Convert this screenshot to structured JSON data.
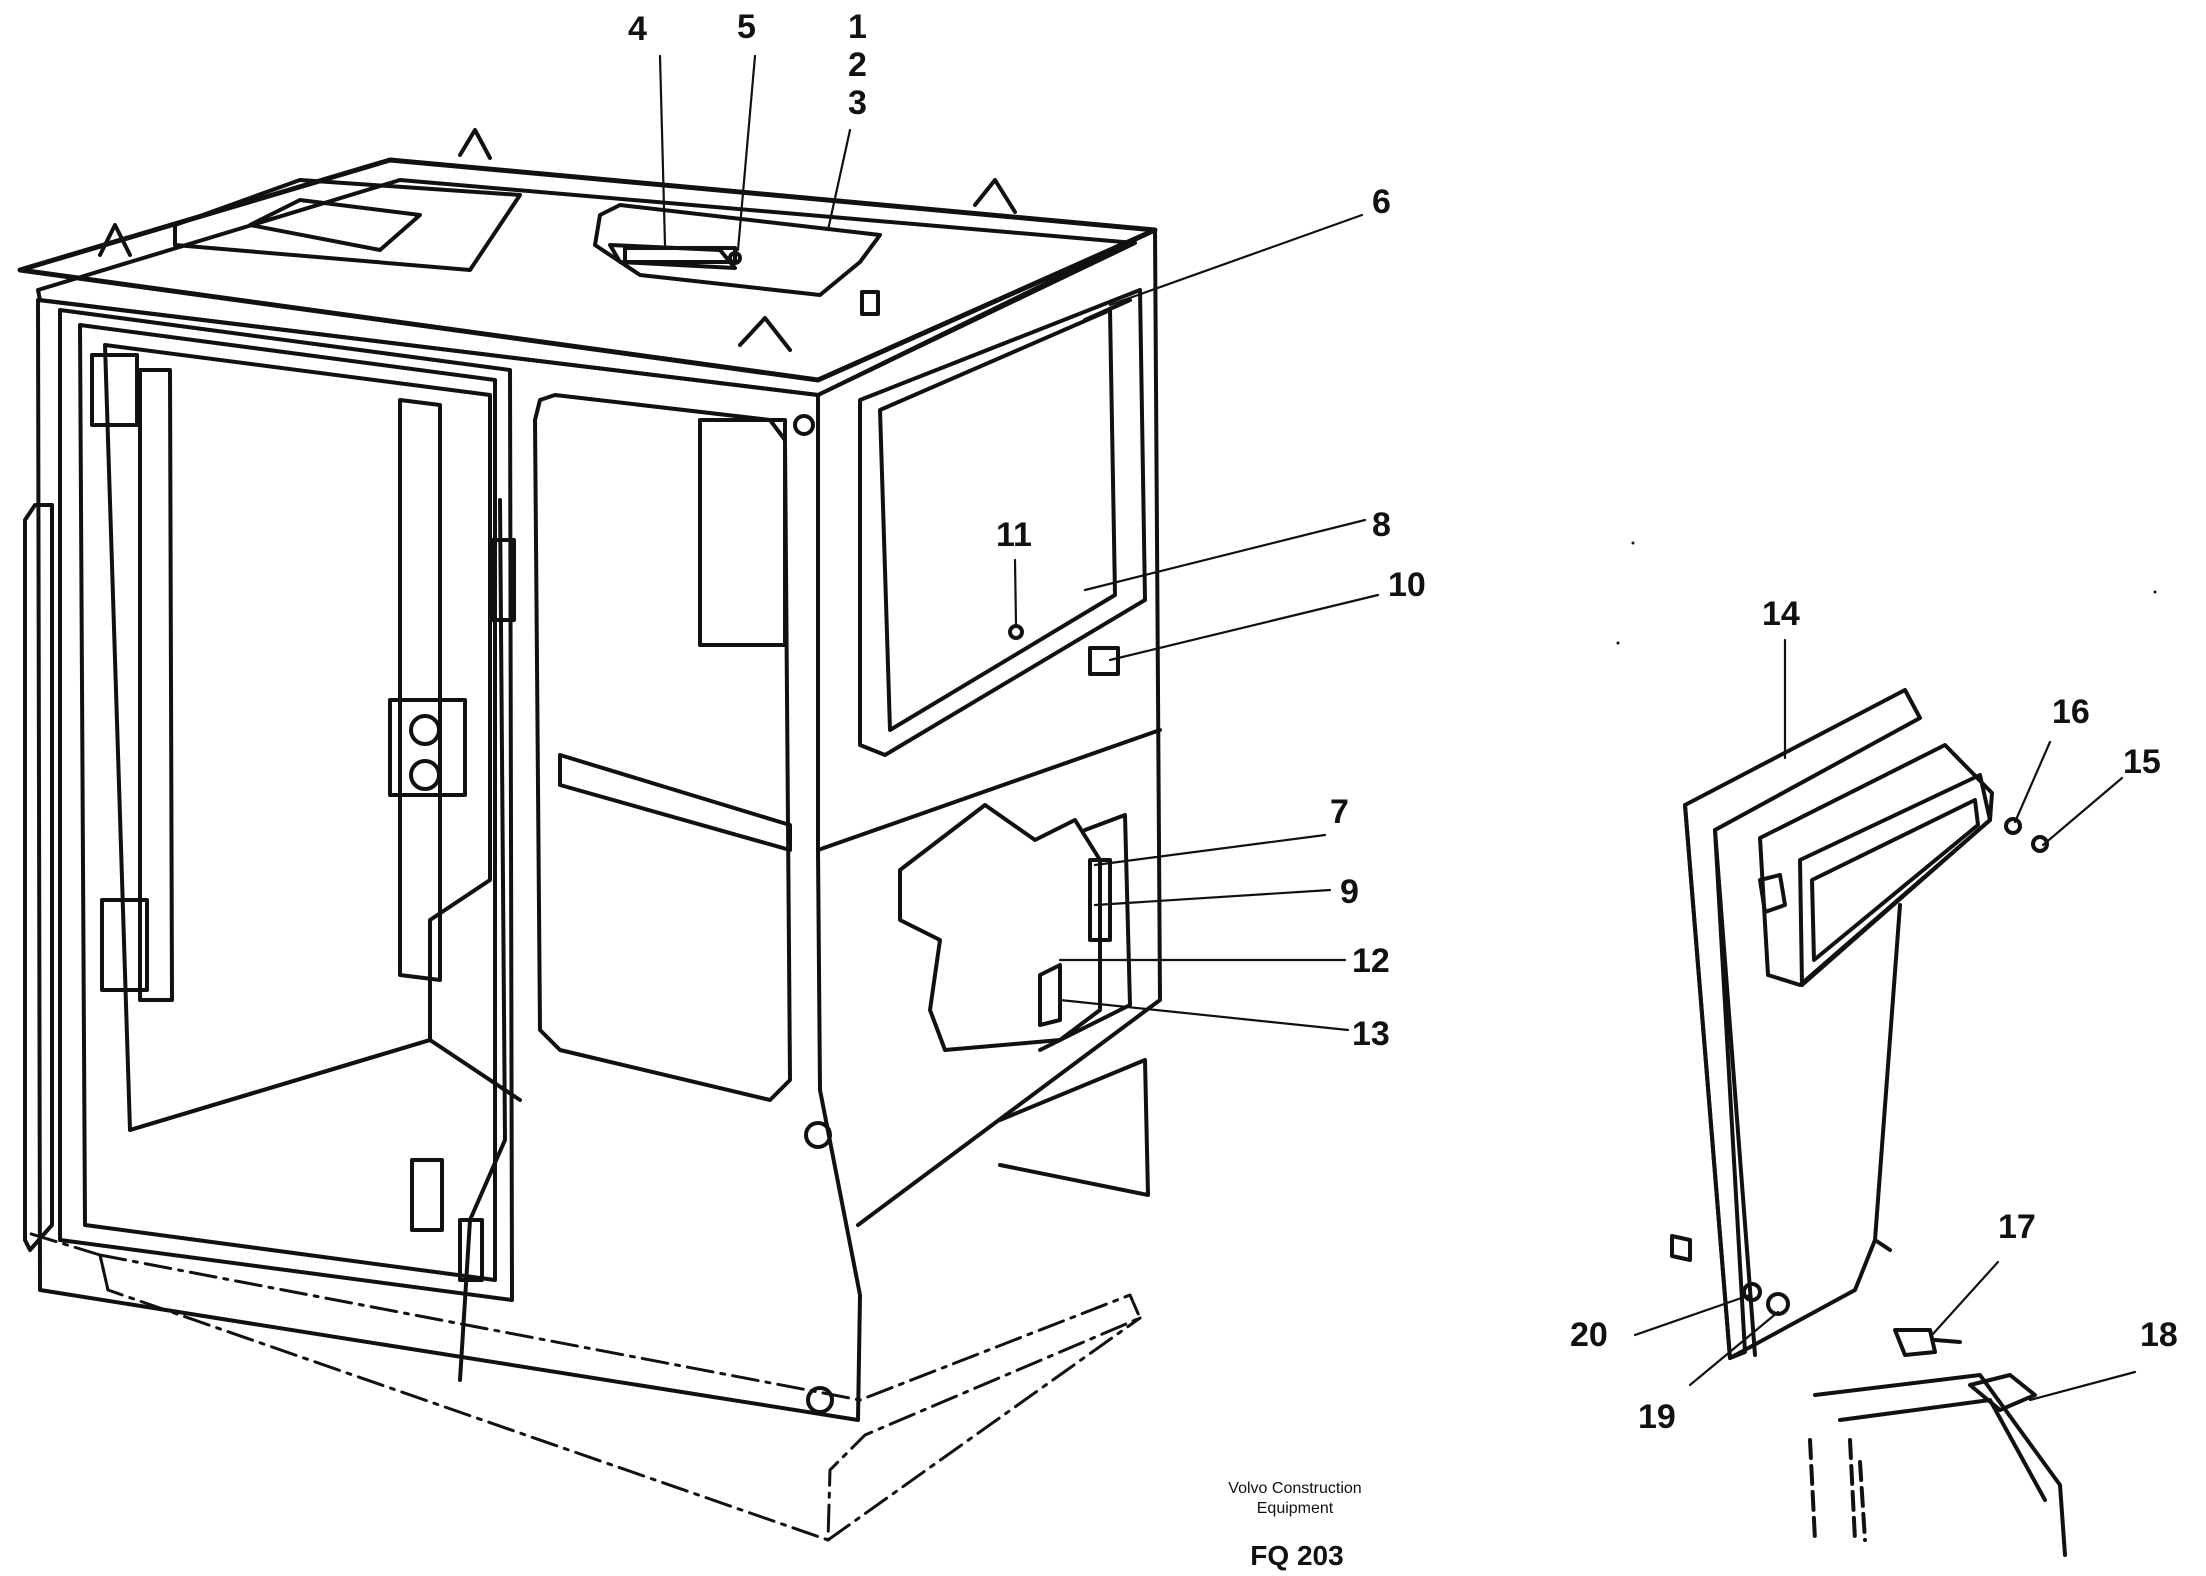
{
  "callouts": {
    "c1": "1",
    "c2": "2",
    "c3": "3",
    "c4": "4",
    "c5": "5",
    "c6": "6",
    "c7": "7",
    "c8": "8",
    "c9": "9",
    "c10": "10",
    "c11": "11",
    "c12": "12",
    "c13": "13",
    "c14": "14",
    "c15": "15",
    "c16": "16",
    "c17": "17",
    "c18": "18",
    "c19": "19",
    "c20": "20"
  },
  "caption": {
    "brand_line1": "Volvo Construction",
    "brand_line2": "Equipment",
    "code": "FQ 203"
  }
}
